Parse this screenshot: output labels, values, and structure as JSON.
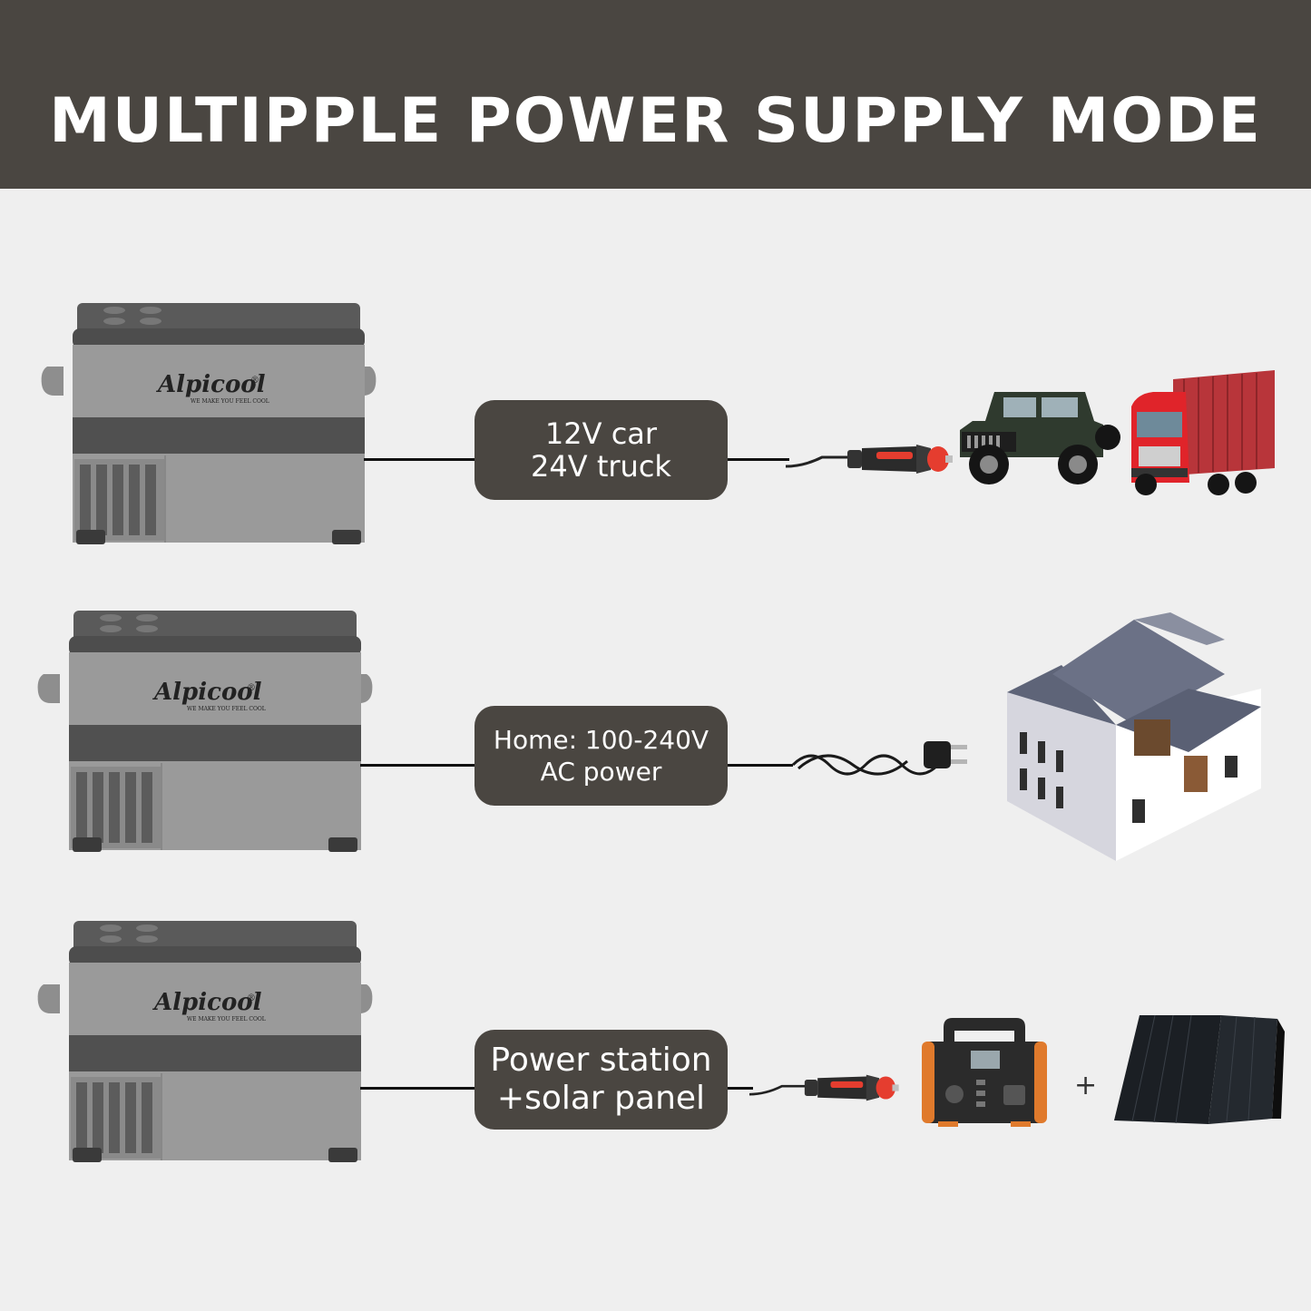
{
  "header": {
    "title": "MULTIPPLE POWER SUPPLY MODE"
  },
  "fridge": {
    "brand": "Alpicool",
    "trademark": "®",
    "slogan": "WE MAKE YOU FEEL COOL"
  },
  "rows": [
    {
      "line1": "12V car",
      "line2": "24V truck",
      "connector": "cigarette-plug-icon",
      "targets": [
        "jeep-icon",
        "truck-icon"
      ]
    },
    {
      "line1": "Home: 100-240V",
      "line2": "AC power",
      "connector": "ac-plug-icon",
      "targets": [
        "house-icon"
      ]
    },
    {
      "line1": "Power station",
      "line2": "+solar panel",
      "connector": "cigarette-plug-icon",
      "targets": [
        "power-station-icon",
        "solar-panel-icon"
      ],
      "plus": "+"
    }
  ],
  "colors": {
    "header": "#4a4641",
    "background": "#efefef",
    "label_box": "#4a4641",
    "plug_red": "#e53d2f"
  }
}
